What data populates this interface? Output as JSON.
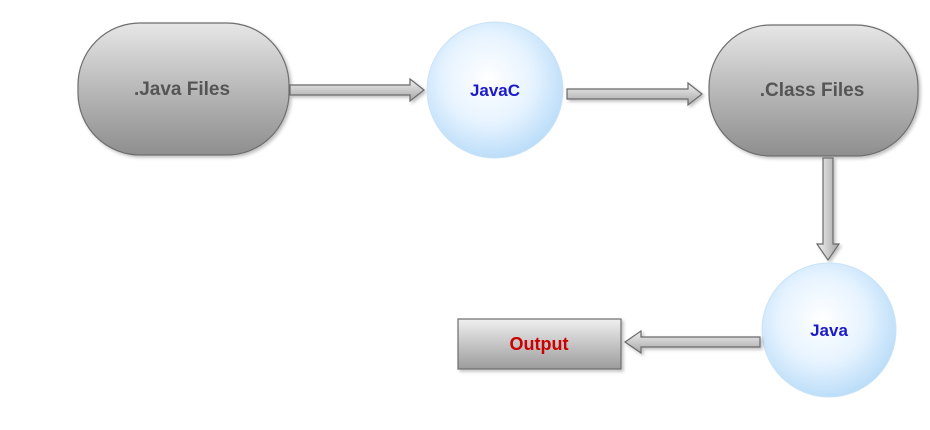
{
  "diagram": {
    "nodes": {
      "java_files": {
        "label": ".Java Files"
      },
      "javac": {
        "label": "JavaC"
      },
      "class_files": {
        "label": ".Class Files"
      },
      "java": {
        "label": "Java"
      },
      "output": {
        "label": "Output"
      }
    },
    "colors": {
      "process_text": "#1a1acc",
      "output_text": "#cc0000",
      "file_text": "#555555",
      "arrow_fill": "#b8b8b8",
      "arrow_stroke": "#6a6a6a"
    }
  }
}
